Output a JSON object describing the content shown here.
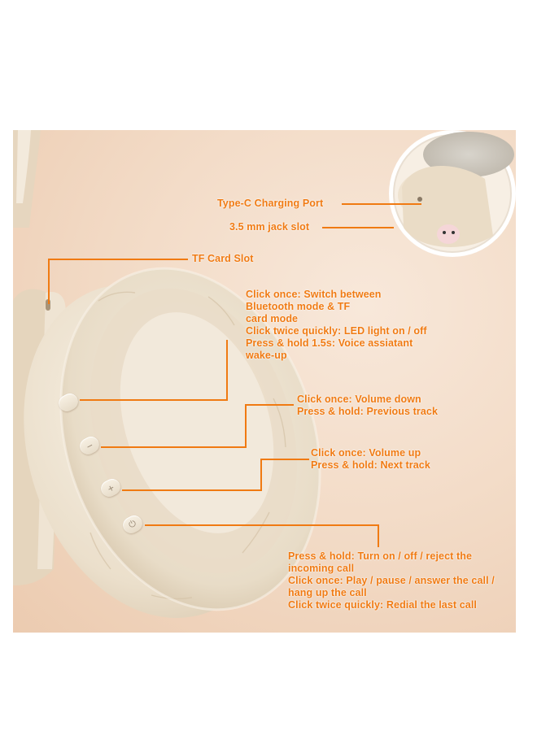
{
  "labels": {
    "type_c": "Type-C Charging Port",
    "jack": "3.5 mm jack slot",
    "tf_card": "TF Card Slot",
    "multi_button": "Click once: Switch between\nBluetooth mode & TF\ncard mode\nClick twice quickly: LED light on / off\nPress & hold 1.5s: Voice assiatant\nwake-up",
    "volume_down": "Click once: Volume down\nPress & hold: Previous track",
    "volume_up": "Click once: Volume up\nPress & hold: Next track",
    "power": "Press & hold: Turn on / off / reject the\nincoming call\nClick once: Play / pause / answer the call /\nhang up the call\nClick twice quickly: Redial the last call"
  },
  "buttons": {
    "minus_symbol": "−",
    "plus_symbol": "+",
    "power_symbol": "⏻"
  },
  "colors": {
    "accent": "#f07a12",
    "background": "#f3dcc8",
    "headphone": "#efe4d2"
  }
}
